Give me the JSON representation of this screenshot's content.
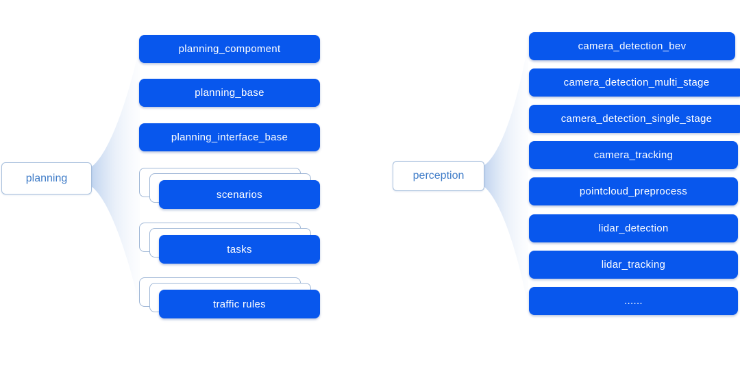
{
  "colors": {
    "module_box_fill": "#0857ED",
    "module_box_text": "#FFFFFF",
    "root_node_border": "#A6BEDC",
    "root_node_text": "#3F7CC8",
    "stack_card_border": "#9EB6D6",
    "fan_connector": "#BCD1EE",
    "background": "#FFFFFF"
  },
  "groups": [
    {
      "root": "planning",
      "children": [
        {
          "label": "planning_compoment",
          "style": "single"
        },
        {
          "label": "planning_base",
          "style": "single"
        },
        {
          "label": "planning_interface_base",
          "style": "single"
        },
        {
          "label": "scenarios",
          "style": "stacked"
        },
        {
          "label": "tasks",
          "style": "stacked"
        },
        {
          "label": "traffic rules",
          "style": "stacked"
        }
      ]
    },
    {
      "root": "perception",
      "children": [
        {
          "label": "camera_detection_bev",
          "style": "single"
        },
        {
          "label": "camera_detection_multi_stage",
          "style": "single"
        },
        {
          "label": "camera_detection_single_stage",
          "style": "single"
        },
        {
          "label": "camera_tracking",
          "style": "single"
        },
        {
          "label": "pointcloud_preprocess",
          "style": "single"
        },
        {
          "label": "lidar_detection",
          "style": "single"
        },
        {
          "label": "lidar_tracking",
          "style": "single"
        },
        {
          "label": "......",
          "style": "single"
        }
      ]
    }
  ]
}
